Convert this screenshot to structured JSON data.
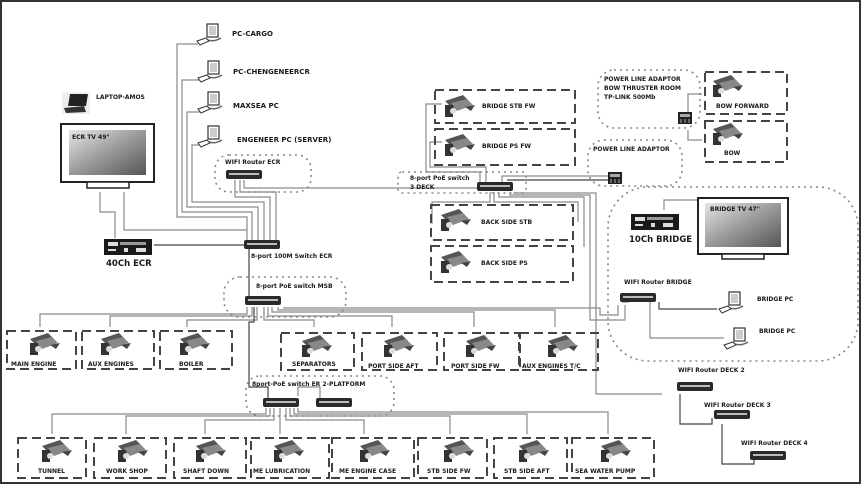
{
  "diagram": {
    "title": "Ship CCTV / Network Topology",
    "pcs": [
      {
        "label": "PC-CARGO"
      },
      {
        "label": "PC-CHENGENEERCR"
      },
      {
        "label": "MAXSEA PC"
      },
      {
        "label": "ENGENEER PC (SERVER)"
      }
    ],
    "laptop": {
      "label": "LAPTOP-AMOS"
    },
    "ecr_tv": {
      "label": "ECR TV  49\""
    },
    "bridge_tv": {
      "label": "BRIDGE TV 47\""
    },
    "nvr_ecr": {
      "label": "40Ch ECR"
    },
    "nvr_bridge": {
      "label": "10Ch BRIDGE"
    },
    "switches": {
      "wifi_ecr": "WIFI Router ECR",
      "switch_ecr": "8-port 100M Switch ECR",
      "poe_msb": "8-port PoE switch MSB",
      "poe_3deck_line1": "8-port PoE switch",
      "poe_3deck_line2": "3 DECK",
      "poe_er2": "8port-PoE switch ER 2-PLATFORM",
      "wifi_bridge": "WIFI Router BRIDGE",
      "wifi_deck2": "WIFI Router DECK 2",
      "wifi_deck3": "WIFI Router DECK 3",
      "wifi_deck4": "WIFI Router DECK 4"
    },
    "power_line": {
      "adaptor_bow_l1": "POWER LINE ADAPTOR",
      "adaptor_bow_l2": "BOW THRUSTER ROOM",
      "adaptor_bow_l3": "TP-LINK 500Mb",
      "adaptor_bridge": "POWER LINE ADAPTOR"
    },
    "bridge_pcs": [
      {
        "label": "BRIDGE PC"
      },
      {
        "label": "BRIDGE PC"
      }
    ],
    "cameras_deck": [
      {
        "label": "BRIDGE STB FW"
      },
      {
        "label": "BRIDGE PS FW"
      },
      {
        "label": "BACK SIDE STB"
      },
      {
        "label": "BACK SIDE PS"
      },
      {
        "label": "BOW FORWARD"
      },
      {
        "label": "BOW"
      }
    ],
    "cameras_msb": [
      {
        "label": "MAIN ENGINE"
      },
      {
        "label": "AUX ENGINES"
      },
      {
        "label": "BOILER"
      },
      {
        "label": "SEPARATORS"
      },
      {
        "label": "PORT SIDE AFT"
      },
      {
        "label": "PORT SIDE FW"
      },
      {
        "label": "AUX ENGINES T/C"
      }
    ],
    "cameras_er2": [
      {
        "label": "TUNNEL"
      },
      {
        "label": "WORK SHOP"
      },
      {
        "label": "SHAFT DOWN"
      },
      {
        "label": "ME LUBRICATION"
      },
      {
        "label": "ME ENGINE CASE"
      },
      {
        "label": "STB SIDE FW"
      },
      {
        "label": "STB SIDE AFT"
      },
      {
        "label": "SEA WATER PUMP"
      }
    ]
  }
}
